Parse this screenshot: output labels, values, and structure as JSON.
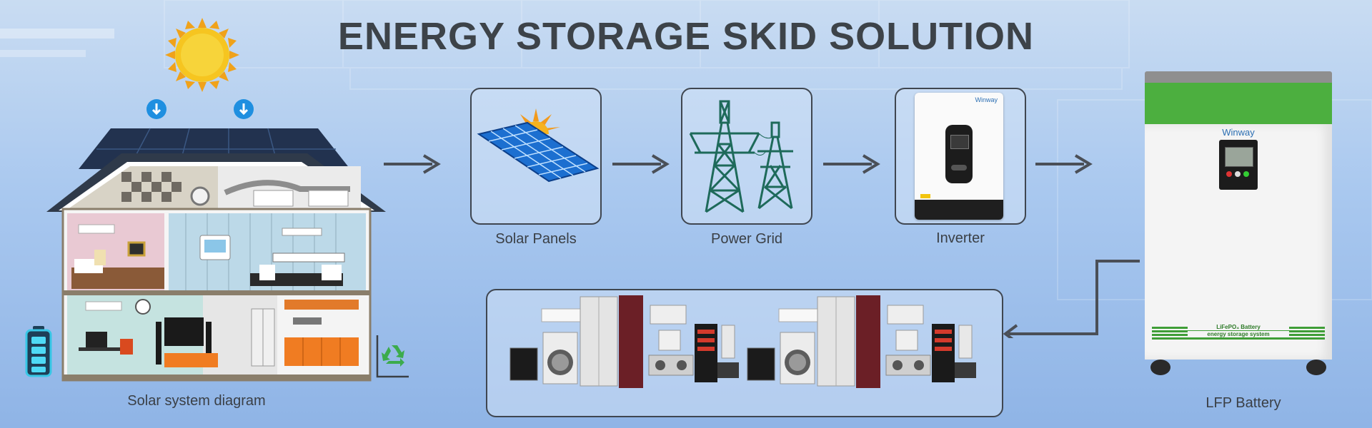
{
  "title": "ENERGY STORAGE SKID SOLUTION",
  "labels": {
    "house": "Solar system diagram",
    "solar": "Solar Panels",
    "grid": "Power Grid",
    "inverter": "Inverter",
    "battery": "LFP Battery"
  },
  "brand": {
    "inverter_logo": "Winway",
    "battery_logo": "Winway",
    "battery_text_line1": "LiFePO₄ Battery",
    "battery_text_line2": "energy storage system"
  },
  "colors": {
    "title": "#3d4349",
    "battery_green": "#4caf3f",
    "sun": "#f4c21c",
    "arrow": "#4a4f57"
  }
}
